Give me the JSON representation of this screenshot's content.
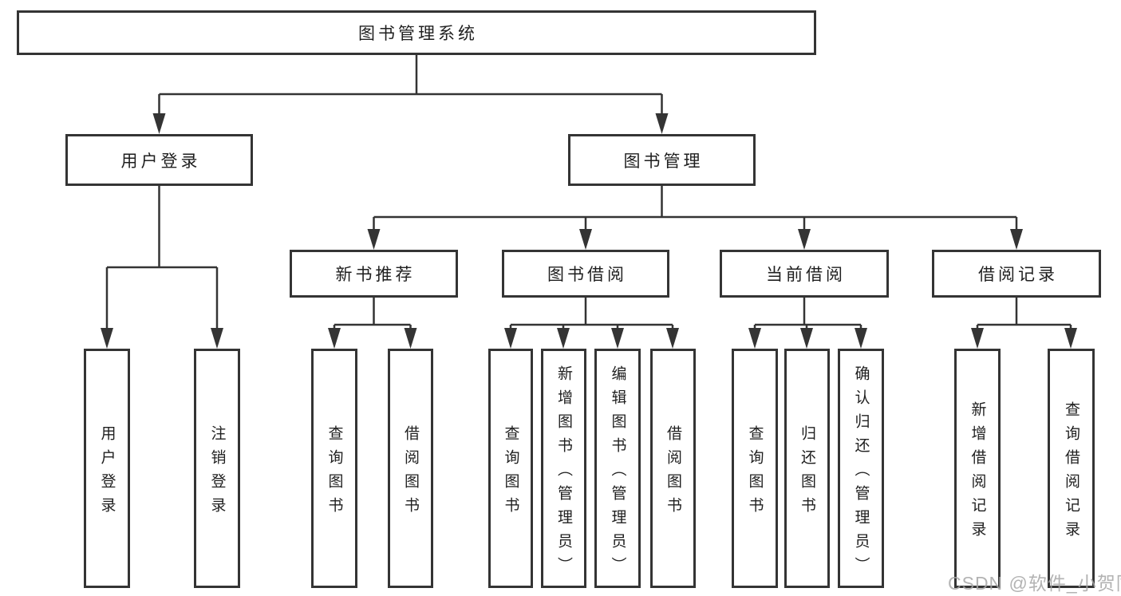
{
  "tree": {
    "label": "图书管理系统",
    "children": [
      {
        "label": "用户登录",
        "children": [
          {
            "label": "用户登录"
          },
          {
            "label": "注销登录"
          }
        ]
      },
      {
        "label": "图书管理",
        "children": [
          {
            "label": "新书推荐",
            "children": [
              {
                "label": "查询图书"
              },
              {
                "label": "借阅图书"
              }
            ]
          },
          {
            "label": "图书借阅",
            "children": [
              {
                "label": "查询图书"
              },
              {
                "label": "新增图书（管理员）"
              },
              {
                "label": "编辑图书（管理员）"
              },
              {
                "label": "借阅图书"
              }
            ]
          },
          {
            "label": "当前借阅",
            "children": [
              {
                "label": "查询图书"
              },
              {
                "label": "归还图书"
              },
              {
                "label": "确认归还（管理员）"
              }
            ]
          },
          {
            "label": "借阅记录",
            "children": [
              {
                "label": "新增借阅记录"
              },
              {
                "label": "查询借阅记录"
              }
            ]
          }
        ]
      }
    ]
  },
  "watermark": "CSDN @软件_小贺同学",
  "colors": {
    "line": "#343434",
    "text": "#1f1f1f",
    "watermark": "#a6a6a6",
    "background": "#ffffff"
  }
}
